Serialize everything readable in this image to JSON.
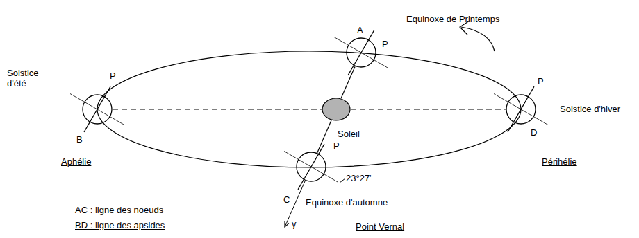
{
  "diagram": {
    "nodes": [
      {
        "text": [
          "Soleil"
        ]
      },
      {
        "text": [
          "A",
          "P"
        ]
      },
      {
        "text": [
          "P",
          "B"
        ]
      },
      {
        "text": [
          "P",
          "C"
        ]
      },
      {
        "text": [
          "P",
          "D"
        ]
      }
    ],
    "edges": [
      {
        "from": 1,
        "to": 0,
        "arrow": "none"
      },
      {
        "from": 0,
        "to": 3,
        "arrow": "none"
      },
      {
        "from": 2,
        "to": 0,
        "arrow": "none"
      },
      {
        "from": 0,
        "to": 4,
        "arrow": "none"
      }
    ],
    "labels": [
      "Equinoxe de Printemps",
      "Solstice d'été",
      "Solstice d'hiver",
      "Aphélie",
      "Périhélie",
      "23°27'",
      "Equinoxe d'automne",
      "AC : ligne des noeuds",
      "BD : ligne des apsides",
      "γ",
      "Point Vernal"
    ]
  }
}
